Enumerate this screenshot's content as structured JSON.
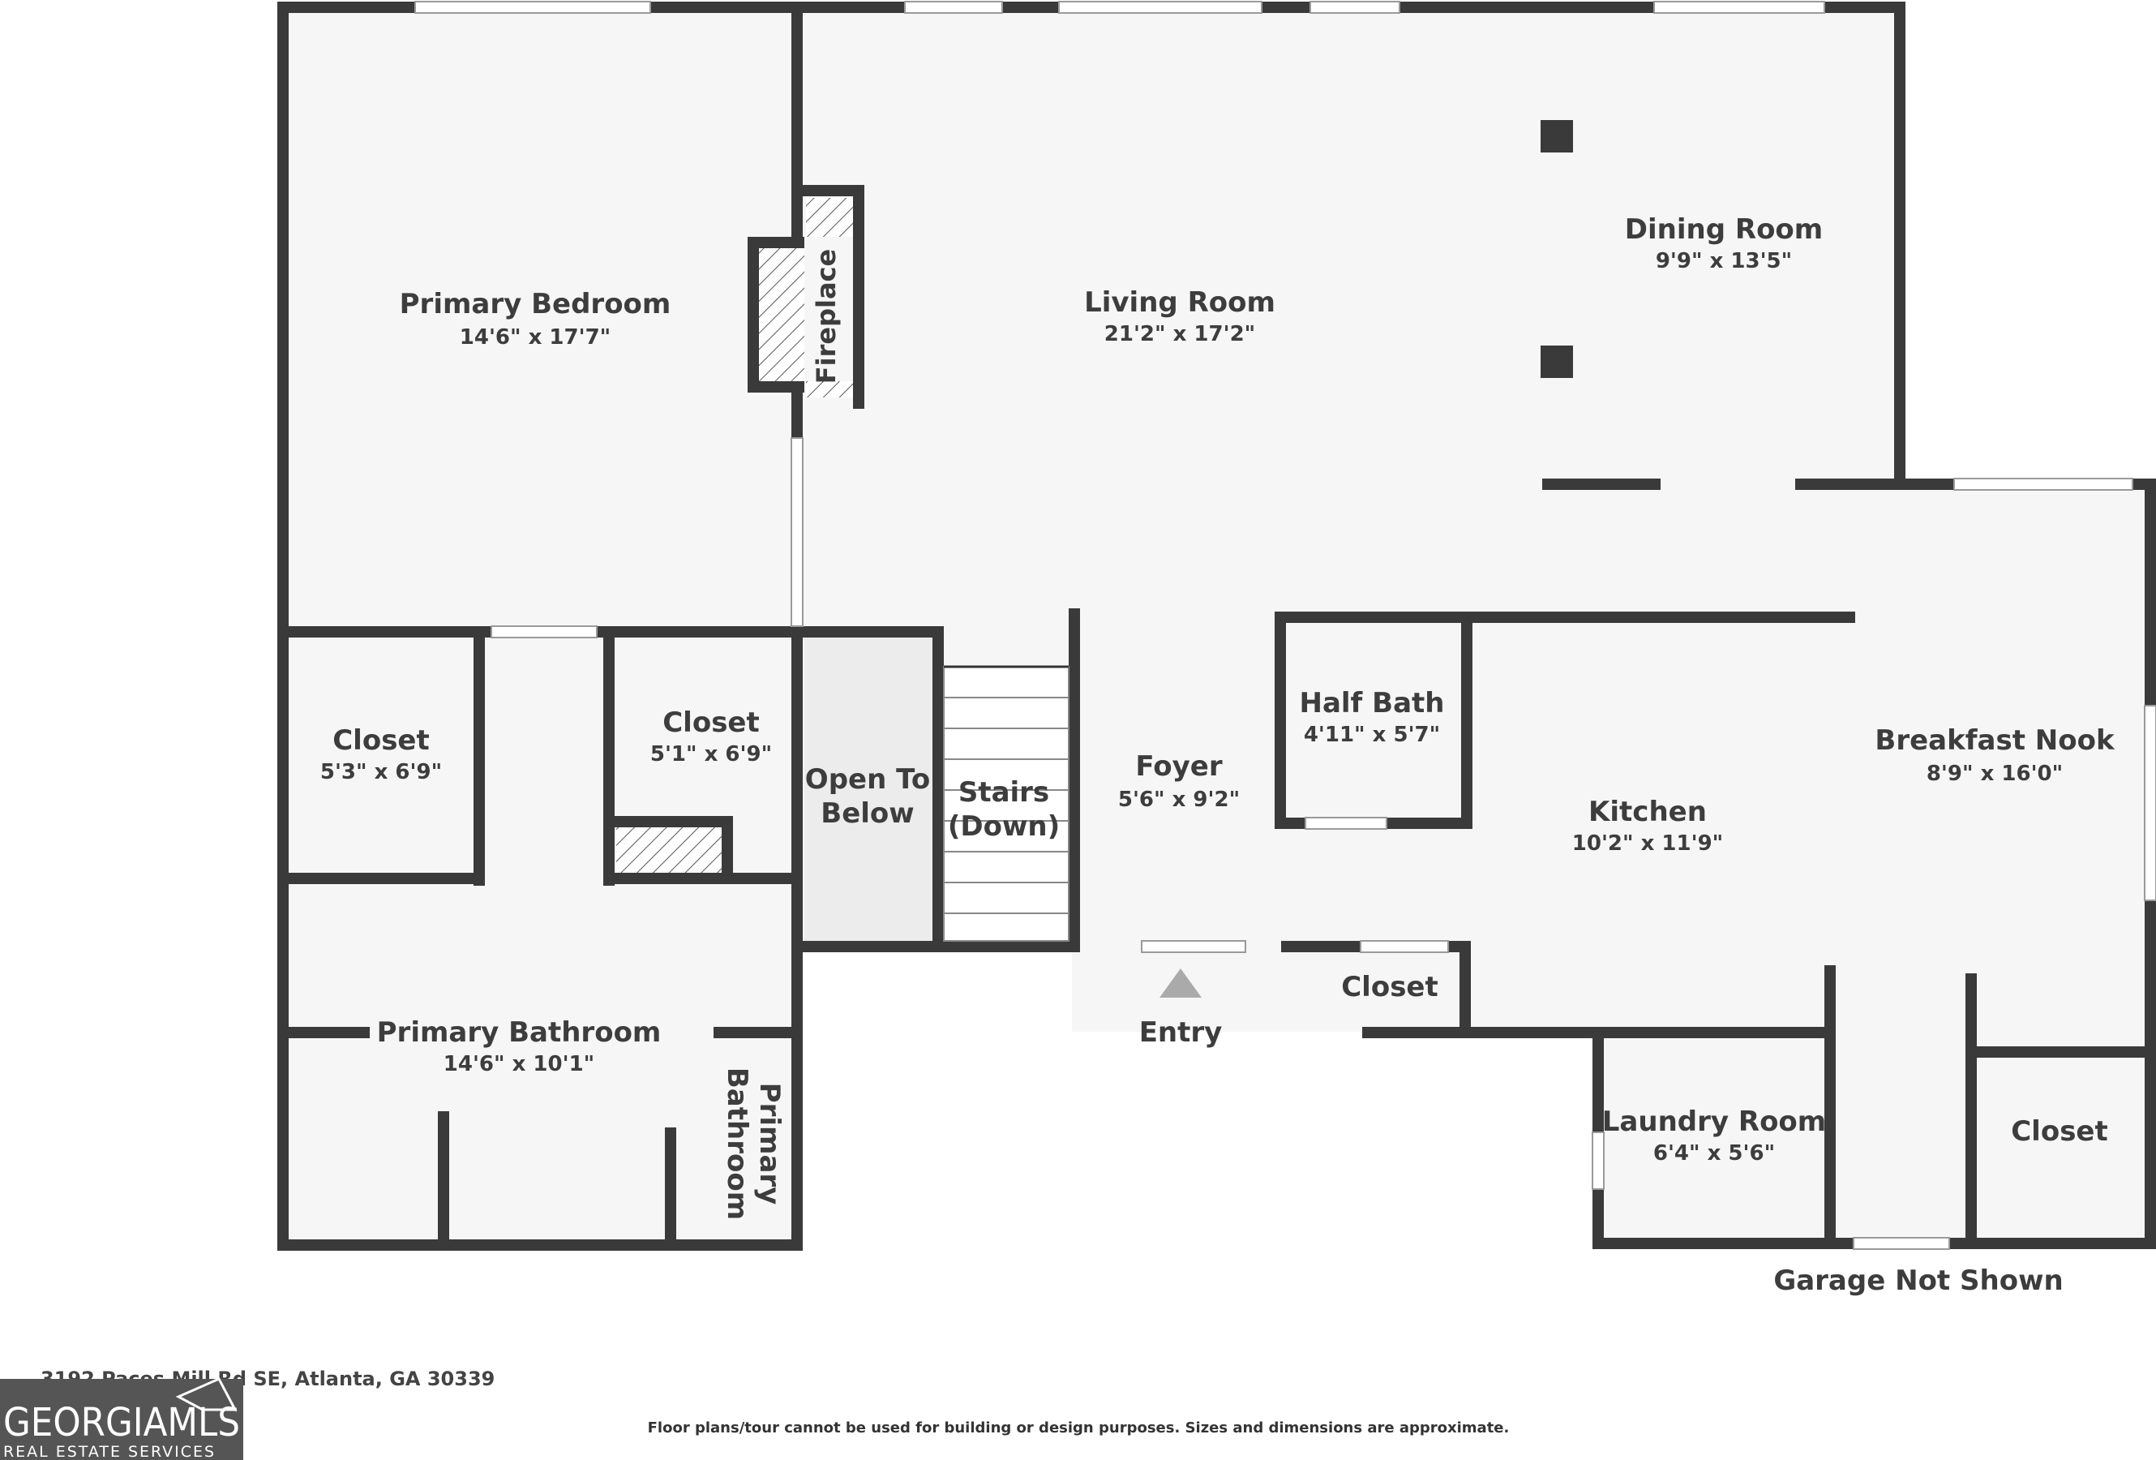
{
  "rooms": {
    "primary_bedroom": {
      "name": "Primary Bedroom",
      "dim": "14'6\" x 17'7\""
    },
    "living_room": {
      "name": "Living Room",
      "dim": "21'2\" x 17'2\""
    },
    "dining_room": {
      "name": "Dining Room",
      "dim": "9'9\" x 13'5\""
    },
    "closet_1": {
      "name": "Closet",
      "dim": "5'3\" x 6'9\""
    },
    "closet_2": {
      "name": "Closet",
      "dim": "5'1\" x 6'9\""
    },
    "open_to_below": {
      "line1": "Open To",
      "line2": "Below"
    },
    "stairs": {
      "line1": "Stairs",
      "line2": "(Down)"
    },
    "foyer": {
      "name": "Foyer",
      "dim": "5'6\" x 9'2\""
    },
    "half_bath": {
      "name": "Half Bath",
      "dim": "4'11\" x 5'7\""
    },
    "kitchen": {
      "name": "Kitchen",
      "dim": "10'2\" x 11'9\""
    },
    "breakfast_nook": {
      "name": "Breakfast Nook",
      "dim": "8'9\" x 16'0\""
    },
    "primary_bathroom": {
      "name": "Primary Bathroom",
      "dim": "14'6\" x 10'1\""
    },
    "primary_bathroom_2": {
      "line1": "Primary",
      "line2": "Bathroom"
    },
    "closet_3": {
      "name": "Closet"
    },
    "laundry_room": {
      "name": "Laundry Room",
      "dim": "6'4\" x 5'6\""
    },
    "closet_4": {
      "name": "Closet"
    }
  },
  "labels": {
    "fireplace": "Fireplace",
    "entry": "Entry",
    "garage": "Garage Not Shown",
    "address": "3192 Paces Mill Rd SE, Atlanta, GA 30339",
    "disclaimer": "Floor plans/tour cannot be used for building or design purposes. Sizes and dimensions are approximate."
  },
  "logo": {
    "main": "GEORGIAMLS",
    "sub": "REAL ESTATE SERVICES"
  },
  "colors": {
    "wall": "#3a3a3a",
    "floor": "#f6f6f6",
    "logo_bg": "#555555"
  }
}
